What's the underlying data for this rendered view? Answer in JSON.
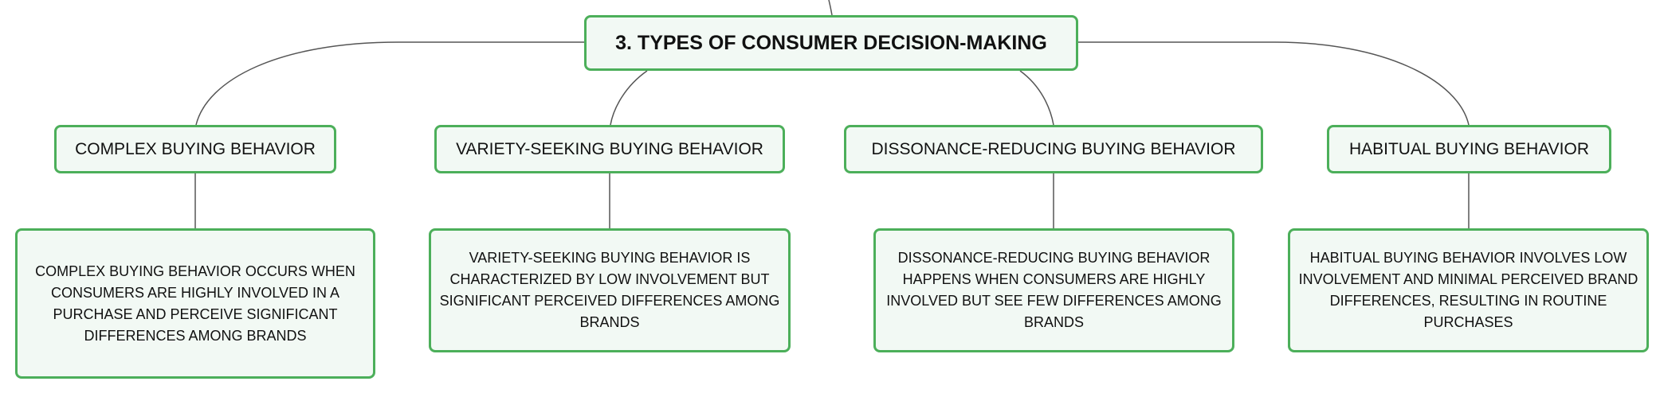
{
  "diagram": {
    "root": {
      "label": "3. TYPES OF CONSUMER DECISION-MAKING"
    },
    "categories": [
      {
        "label": "COMPLEX BUYING BEHAVIOR",
        "description": "COMPLEX BUYING BEHAVIOR OCCURS WHEN CONSUMERS ARE HIGHLY INVOLVED IN A PURCHASE AND PERCEIVE SIGNIFICANT DIFFERENCES AMONG BRANDS"
      },
      {
        "label": "VARIETY-SEEKING BUYING BEHAVIOR",
        "description": "VARIETY-SEEKING BUYING BEHAVIOR IS CHARACTERIZED BY LOW INVOLVEMENT BUT SIGNIFICANT PERCEIVED DIFFERENCES AMONG BRANDS"
      },
      {
        "label": "DISSONANCE-REDUCING BUYING BEHAVIOR",
        "description": "DISSONANCE-REDUCING BUYING BEHAVIOR HAPPENS WHEN CONSUMERS ARE HIGHLY INVOLVED BUT SEE FEW DIFFERENCES AMONG BRANDS"
      },
      {
        "label": "HABITUAL BUYING BEHAVIOR",
        "description": "HABITUAL BUYING BEHAVIOR INVOLVES LOW INVOLVEMENT AND MINIMAL PERCEIVED BRAND DIFFERENCES, RESULTING IN ROUTINE PURCHASES"
      }
    ]
  },
  "colors": {
    "node_border": "#4caf5a",
    "node_fill": "#f2f9f4",
    "connector": "#555555"
  }
}
